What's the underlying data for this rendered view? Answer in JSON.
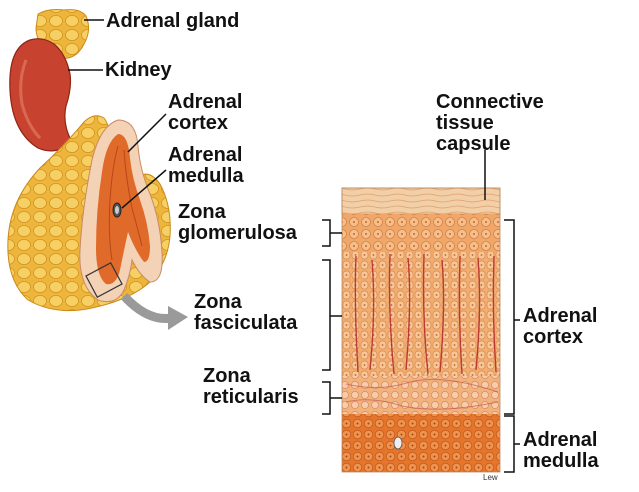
{
  "labels": {
    "adrenal_gland": "Adrenal gland",
    "kidney": "Kidney",
    "adrenal_cortex_top": [
      "Adrenal",
      "cortex"
    ],
    "adrenal_medulla_top": [
      "Adrenal",
      "medulla"
    ],
    "connective_tissue_capsule": [
      "Connective",
      "tissue",
      "capsule"
    ],
    "zona_glomerulosa": [
      "Zona",
      "glomerulosa"
    ],
    "zona_fasciculata": [
      "Zona",
      "fasciculata"
    ],
    "zona_reticularis": [
      "Zona",
      "reticularis"
    ],
    "adrenal_cortex_right": [
      "Adrenal",
      "cortex"
    ],
    "adrenal_medulla_right": [
      "Adrenal",
      "medulla"
    ],
    "artist_signature": "Lew"
  },
  "colors": {
    "fat": "#f2c24a",
    "fat_dark": "#d99a20",
    "kidney": "#c8432f",
    "capsule": "#f3cfa7",
    "glomerulosa": "#f0a86a",
    "fasciculata": "#f2ad70",
    "reticularis": "#f1b27c",
    "medulla": "#e5752b",
    "vessel": "#b3262b",
    "leader": "#111111",
    "arrow": "#999999"
  }
}
